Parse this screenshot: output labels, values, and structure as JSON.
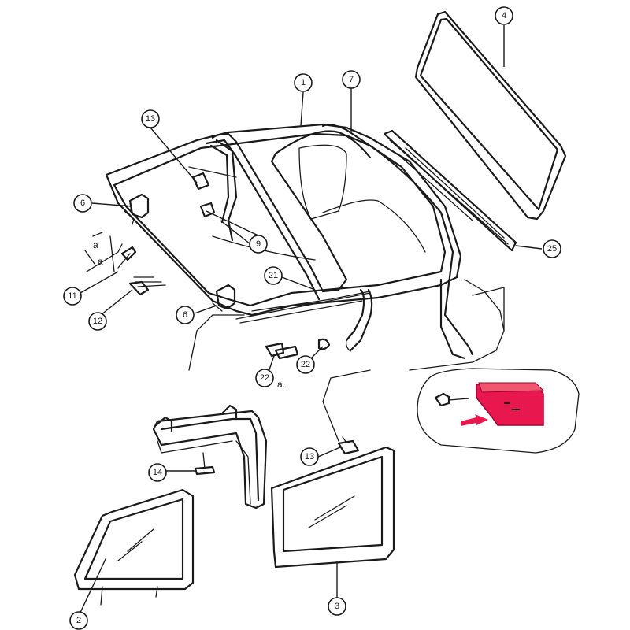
{
  "diagram": {
    "callouts": {
      "c1": "1",
      "c2": "2",
      "c3": "3",
      "c4": "4",
      "c6a": "6",
      "c6b": "6",
      "c7": "7",
      "c9": "9",
      "c11": "11",
      "c12": "12",
      "c13a": "13",
      "c13b": "13",
      "c14": "14",
      "c21": "21",
      "c22a": "22",
      "c22b": "22",
      "c25": "25"
    },
    "labels": {
      "detail_a": "a.",
      "side_a1": "a",
      "side_a2": "a"
    },
    "colors": {
      "highlight_part": "#e8184f",
      "arrow": "#e8184f",
      "line": "#1a1a1a"
    }
  }
}
